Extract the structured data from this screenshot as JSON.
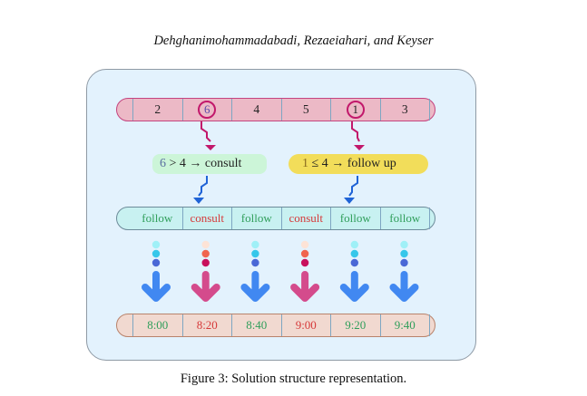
{
  "header": {
    "authors": "Dehghanimohammadabadi, Rezaeiahari, and Keyser"
  },
  "figure": {
    "order_strip": {
      "values": [
        "2",
        "6",
        "4",
        "5",
        "1",
        "3"
      ],
      "highlighted_indices": [
        1,
        4
      ]
    },
    "rules": [
      {
        "lhs": "6",
        "op": "> 4",
        "arrow": "→",
        "result": "consult",
        "color": "#ccf5d8"
      },
      {
        "lhs": "1",
        "op": "≤ 4",
        "arrow": "→",
        "result": "follow up",
        "color": "#f2dd5a"
      }
    ],
    "action_strip": {
      "values": [
        "follow",
        "consult",
        "follow",
        "consult",
        "follow",
        "follow"
      ]
    },
    "time_strip": {
      "values": [
        "8:00",
        "8:20",
        "8:40",
        "9:00",
        "9:20",
        "9:40"
      ]
    },
    "arrow_types": [
      "follow",
      "consult",
      "follow",
      "consult",
      "follow",
      "follow"
    ],
    "colors": {
      "follow_text": "#2f9e5a",
      "consult_text": "#d63a3a",
      "order_fill": "#ecb9c6",
      "order_border": "#c4447f",
      "action_fill": "#c8f1f1",
      "time_fill": "#f1d9d0",
      "panel_fill": "#e3f2fd",
      "blue_arrow": "#2f7cf0",
      "pink_arrow": "#d2387f"
    }
  },
  "caption": "Figure 3: Solution structure representation."
}
